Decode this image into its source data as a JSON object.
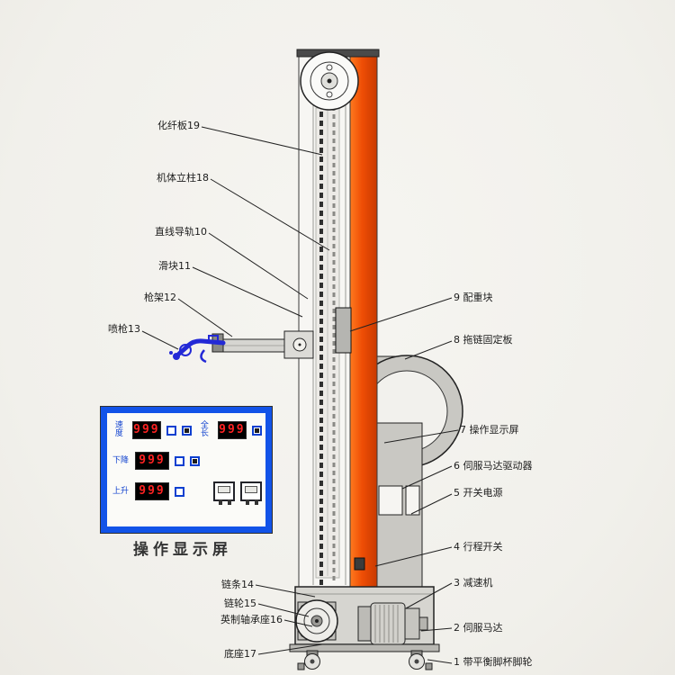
{
  "page": {
    "caption": "操作显示屏"
  },
  "panel": {
    "rows": [
      {
        "label": "速度",
        "value": "999",
        "label2": "全长",
        "value2": "999"
      },
      {
        "label": "下降",
        "value": "999"
      },
      {
        "label": "上升",
        "value": "999"
      }
    ]
  },
  "labels": {
    "left": [
      {
        "text": "化纤板19"
      },
      {
        "text": "机体立柱18"
      },
      {
        "text": "直线导轨10"
      },
      {
        "text": "滑块11"
      },
      {
        "text": "枪架12"
      },
      {
        "text": "喷枪13"
      }
    ],
    "right": [
      {
        "text": "9 配重块"
      },
      {
        "text": "8 拖链固定板"
      },
      {
        "text": "7 操作显示屏"
      },
      {
        "text": "6 伺服马达驱动器"
      },
      {
        "text": "5 开关电源"
      },
      {
        "text": "4 行程开关"
      },
      {
        "text": "3 减速机"
      },
      {
        "text": "2 伺服马达"
      },
      {
        "text": "1 带平衡脚杯脚轮"
      }
    ],
    "bottom": [
      {
        "text": "链条14"
      },
      {
        "text": "链轮15"
      },
      {
        "text": "英制轴承座16"
      },
      {
        "text": "底座17"
      }
    ]
  },
  "colors": {
    "column_orange": "#ee4d05",
    "panel_blue": "#1253e8",
    "display_red": "#ff2222",
    "gun_blue": "#2329d6",
    "line_dark": "#222222"
  }
}
